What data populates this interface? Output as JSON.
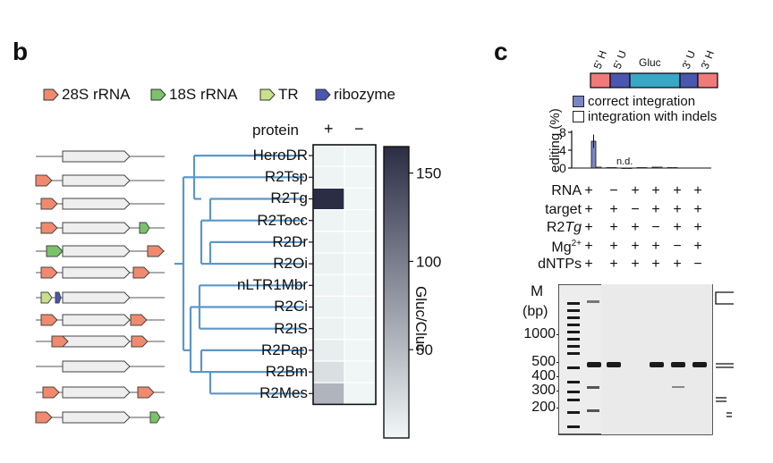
{
  "panel_b": {
    "letter": "b",
    "legend": [
      {
        "label": "28S rRNA",
        "color": "#f08a6e"
      },
      {
        "label": "18S rRNA",
        "color": "#7ac36a"
      },
      {
        "label": "TR",
        "color": "#c9e08a"
      },
      {
        "label": "ribozyme",
        "color": "#4a56b0"
      }
    ],
    "protein_header": "protein",
    "plus": "+",
    "minus": "−",
    "colorbar_title": "Gluc/Cluc",
    "colorbar_ticks": [
      "150",
      "100",
      "50"
    ],
    "colors": {
      "gene_body": "#eeeeee",
      "tree_line": "#5b97c9",
      "heat_low": "#f2f7f7",
      "heat_high": "#2b2d45"
    }
  },
  "panel_c": {
    "letter": "c",
    "construct": [
      "5' H",
      "5' U",
      "Gluc",
      "3' U",
      "3' H"
    ],
    "legend": [
      "correct integration",
      "integration with indels"
    ],
    "ylabel": "editing (%)",
    "yticks": [
      "8",
      "4",
      "0"
    ],
    "nd_label": "n.d.",
    "conditions": [
      {
        "label": "RNA",
        "sup": "",
        "italic": "",
        "signs": [
          "+",
          "−",
          "+",
          "+",
          "+",
          "+"
        ]
      },
      {
        "label": "target",
        "sup": "",
        "italic": "",
        "signs": [
          "+",
          "+",
          "−",
          "+",
          "+",
          "+"
        ]
      },
      {
        "label": "R2",
        "sup": "",
        "italic": "Tg",
        "signs": [
          "+",
          "+",
          "+",
          "−",
          "+",
          "+"
        ]
      },
      {
        "label": "Mg",
        "sup": "2+",
        "italic": "",
        "signs": [
          "+",
          "+",
          "+",
          "+",
          "−",
          "+"
        ]
      },
      {
        "label": "dNTPs",
        "sup": "",
        "italic": "",
        "signs": [
          "+",
          "+",
          "+",
          "+",
          "+",
          "−"
        ]
      }
    ],
    "gel_marker_label": "M",
    "gel_unit_label": "(bp)",
    "gel_ticks": [
      "1000",
      "500",
      "400",
      "300",
      "200"
    ],
    "colors": {
      "construct_h": "#f07a7a",
      "construct_u": "#4a56b0",
      "construct_gluc": "#3aa6c8",
      "bar_correct": "#7a86c4"
    }
  },
  "chart_data": {
    "type": "heatmap",
    "rows": [
      "HeroDR",
      "R2Tsp",
      "R2Tg",
      "R2Tocc",
      "R2Dr",
      "R2Oi",
      "nLTR1Mbr",
      "R2Ci",
      "R2IS",
      "R2Pap",
      "R2Bm",
      "R2Mes"
    ],
    "columns": [
      "+",
      "−"
    ],
    "values": [
      [
        3,
        2
      ],
      [
        3,
        2
      ],
      [
        165,
        2
      ],
      [
        3,
        2
      ],
      [
        4,
        2
      ],
      [
        5,
        2
      ],
      [
        3,
        2
      ],
      [
        4,
        2
      ],
      [
        5,
        2
      ],
      [
        8,
        2
      ],
      [
        20,
        2
      ],
      [
        55,
        2
      ]
    ],
    "colorbar_label": "Gluc/Cluc",
    "colorbar_range": [
      0,
      165
    ],
    "editing_bars": {
      "ylabel": "editing (%)",
      "ylim": [
        0,
        8
      ],
      "correct_integration": [
        6,
        0.1,
        0,
        0.1,
        0.2,
        0.1
      ],
      "integration_with_indels": [
        0.2,
        0.1,
        0,
        0.1,
        0.2,
        0.1
      ]
    }
  }
}
